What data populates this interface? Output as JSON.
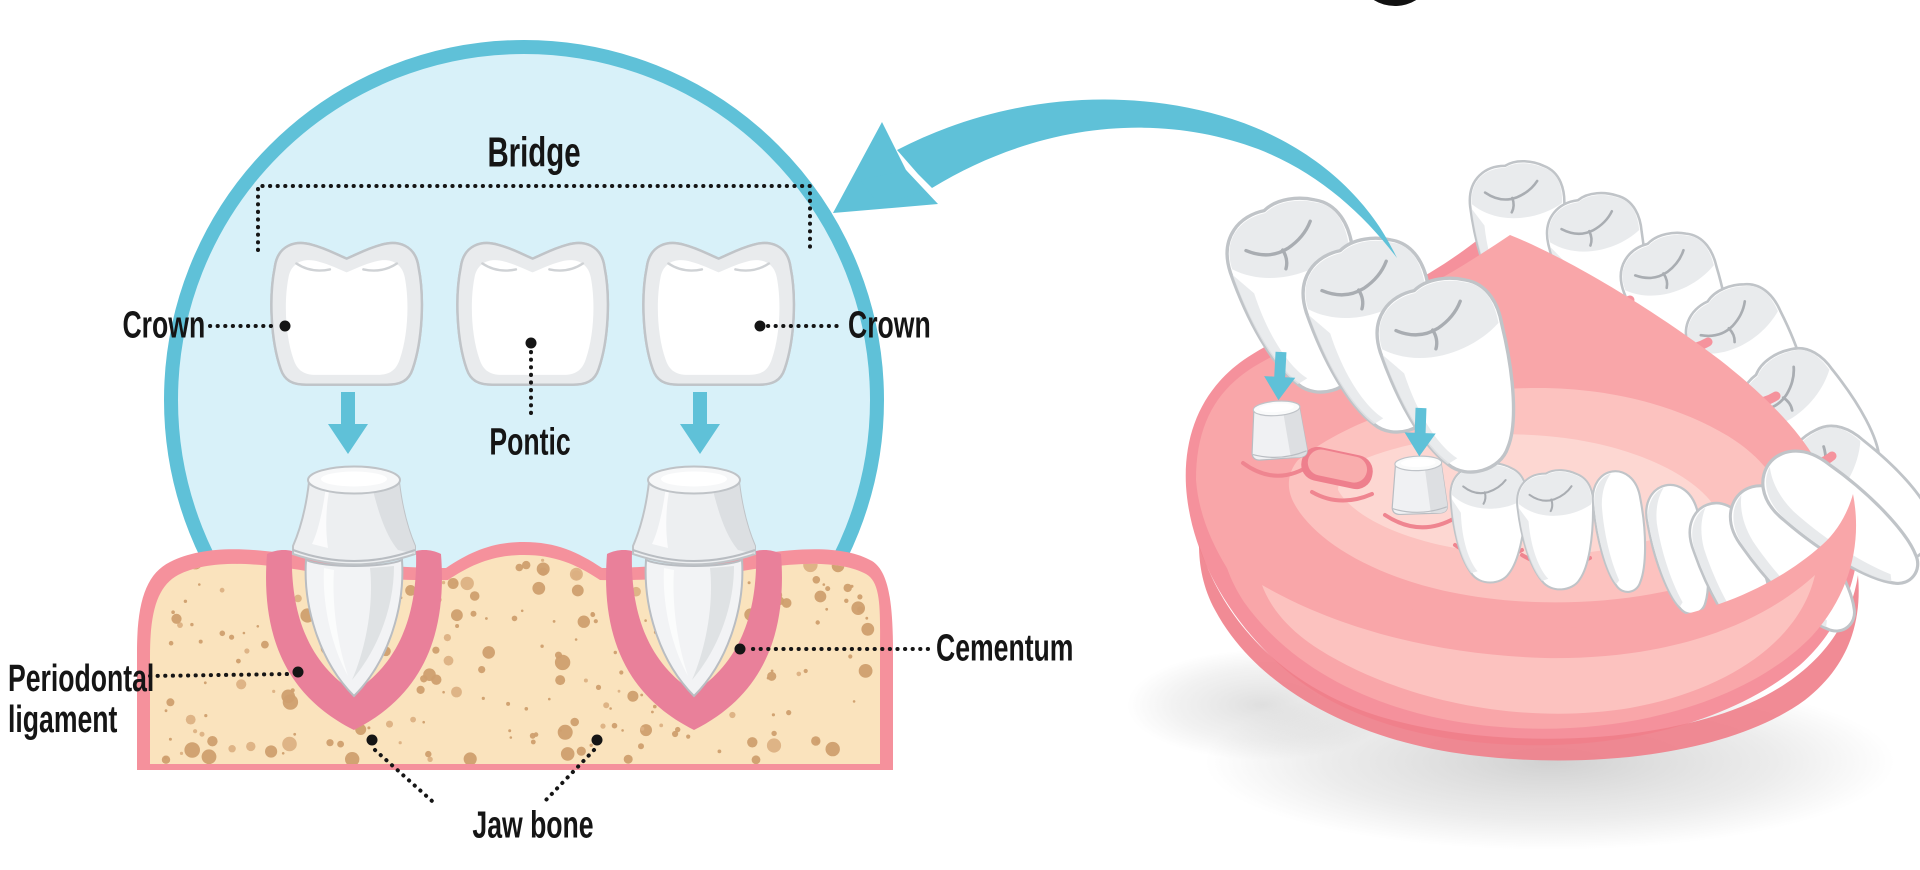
{
  "title": "Dental bridge anatomy illustration",
  "labels": {
    "bridge": "Bridge",
    "crown_left": "Crown",
    "crown_right": "Crown",
    "pontic": "Pontic",
    "periodontal_line1": "Periodontal",
    "periodontal_line2": "ligament",
    "cementum": "Cementum",
    "jaw_bone": "Jaw bone"
  },
  "colors": {
    "accent_cyan": "#5fc1d8",
    "circle_fill": "#d8f1f9",
    "circle_border": "#5fc1d8",
    "label_text": "#151515",
    "gum_pink": "#f5919c",
    "gum_dark": "#ef7e89",
    "gum_mid": "#f9a6a9",
    "gum_light": "#fcc2bf",
    "gum_lightest": "#fdd7d2",
    "socket_pink": "#e9809a",
    "bone_tan": "#fae3bd",
    "bone_speckle": "#cf9f6e",
    "tooth_outline": "#c0c4c8",
    "tooth_shade": "#e9ebed",
    "tooth_white": "#ffffff"
  },
  "icons": {
    "down_arrow": "down-arrow",
    "curved_arrow": "curved-arrow"
  }
}
